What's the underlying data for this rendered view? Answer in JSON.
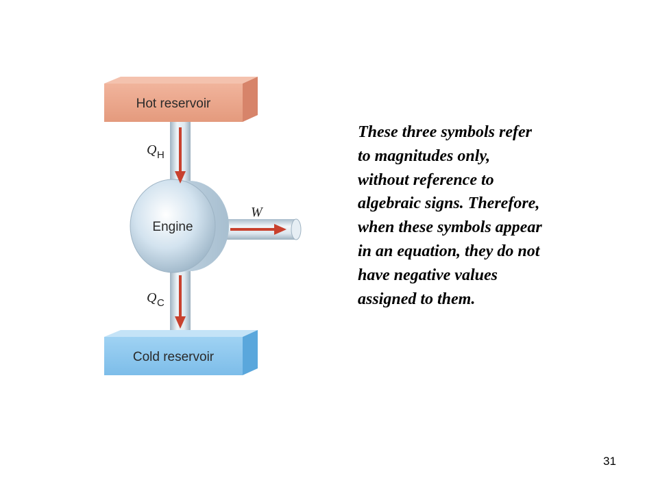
{
  "diagram": {
    "hot_reservoir_label": "Hot reservoir",
    "cold_reservoir_label": "Cold reservoir",
    "engine_label": "Engine",
    "q_hot": {
      "symbol": "Q",
      "subscript": "H"
    },
    "q_cold": {
      "symbol": "Q",
      "subscript": "C"
    },
    "work_symbol": "W",
    "colors": {
      "hot_reservoir": "#e9a58a",
      "cold_reservoir": "#8cc7ee",
      "arrow": "#c8412e",
      "engine": "#cfe0ee"
    }
  },
  "note_lines": [
    "These three symbols refer",
    "to magnitudes only,",
    "without reference to",
    "algebraic signs. Therefore,",
    "when these symbols appear",
    "in an equation, they do not",
    "have negative values",
    "assigned to them."
  ],
  "page_number": "31"
}
